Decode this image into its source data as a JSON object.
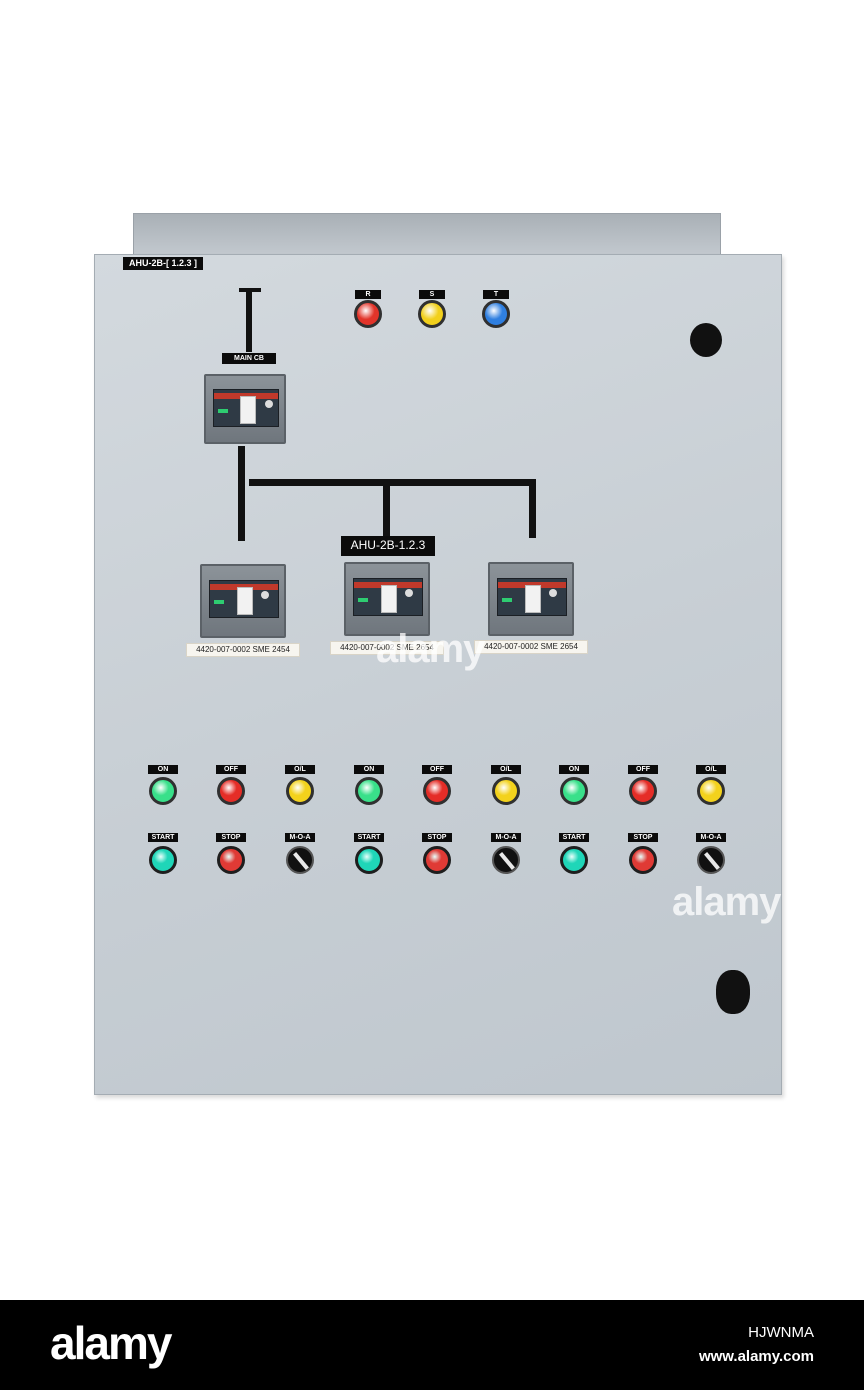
{
  "panel": {
    "title_tag": "AHU-2B-[ 1.2.3 ]",
    "phase_lamps": [
      {
        "label": "R",
        "color": "#e2342a"
      },
      {
        "label": "S",
        "color": "#f2d01c"
      },
      {
        "label": "T",
        "color": "#2f7fe0"
      }
    ],
    "main_breaker_label": "MAIN CB",
    "feeder_label": "AHU-2B-1.2.3",
    "feeder_breaker_labels": [
      "4420-007-0002  SME 2454",
      "4420-007-0002  SME 2654",
      "4420-007-0002  SME 2654"
    ],
    "indicator_row": [
      {
        "label": "ON",
        "color": "#39e08a"
      },
      {
        "label": "OFF",
        "color": "#e52d27"
      },
      {
        "label": "O/L",
        "color": "#f3d21c"
      },
      {
        "label": "ON",
        "color": "#39e08a"
      },
      {
        "label": "OFF",
        "color": "#e52d27"
      },
      {
        "label": "O/L",
        "color": "#f3d21c"
      },
      {
        "label": "ON",
        "color": "#39e08a"
      },
      {
        "label": "OFF",
        "color": "#e52d27"
      },
      {
        "label": "O/L",
        "color": "#f3d21c"
      }
    ],
    "control_row": [
      {
        "label": "START",
        "kind": "button",
        "color": "#1fd6b8"
      },
      {
        "label": "STOP",
        "kind": "button",
        "color": "#e03a35"
      },
      {
        "label": "M-O-A",
        "kind": "selector",
        "color": "#111111"
      },
      {
        "label": "START",
        "kind": "button",
        "color": "#1fd6b8"
      },
      {
        "label": "STOP",
        "kind": "button",
        "color": "#e03a35"
      },
      {
        "label": "M-O-A",
        "kind": "selector",
        "color": "#111111"
      },
      {
        "label": "START",
        "kind": "button",
        "color": "#1fd6b8"
      },
      {
        "label": "STOP",
        "kind": "button",
        "color": "#e03a35"
      },
      {
        "label": "M-O-A",
        "kind": "selector",
        "color": "#111111"
      }
    ]
  },
  "watermark": "alamy",
  "footer": {
    "logo": "alamy",
    "image_id": "HJWNMA",
    "url": "www.alamy.com"
  }
}
